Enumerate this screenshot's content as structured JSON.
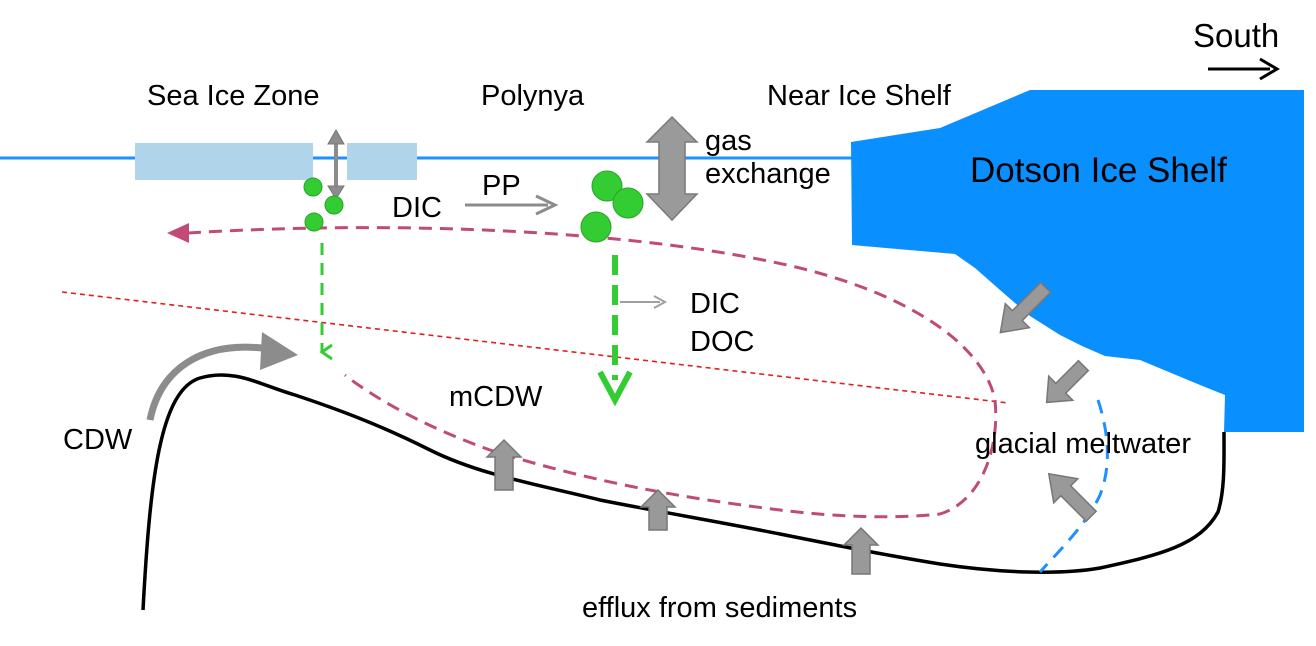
{
  "direction_label": "South",
  "zones": {
    "sea_ice_zone": "Sea Ice Zone",
    "polynya": "Polynya",
    "near_ice_shelf": "Near Ice Shelf"
  },
  "ice_shelf_label": "Dotson Ice Shelf",
  "gas_exchange_line1": "gas",
  "gas_exchange_line2": "exchange",
  "dic_label": "DIC",
  "pp_label": "PP",
  "dic_export_label": "DIC",
  "doc_label": "DOC",
  "mcdw_label": "mCDW",
  "cdw_label": "CDW",
  "meltwater_label": "glacial meltwater",
  "sediment_label": "efflux from sediments",
  "colors": {
    "sea_surface": "#1e90ff",
    "sea_ice": "#b0d4ea",
    "ice_shelf": "#0a8fff",
    "phytoplankton": "#33cc33",
    "process_arrow": "#999999",
    "circulation": "#c04a78",
    "isopycnal": "#e02020",
    "meltwater_front": "#1e90ff",
    "seafloor": "#000000"
  }
}
